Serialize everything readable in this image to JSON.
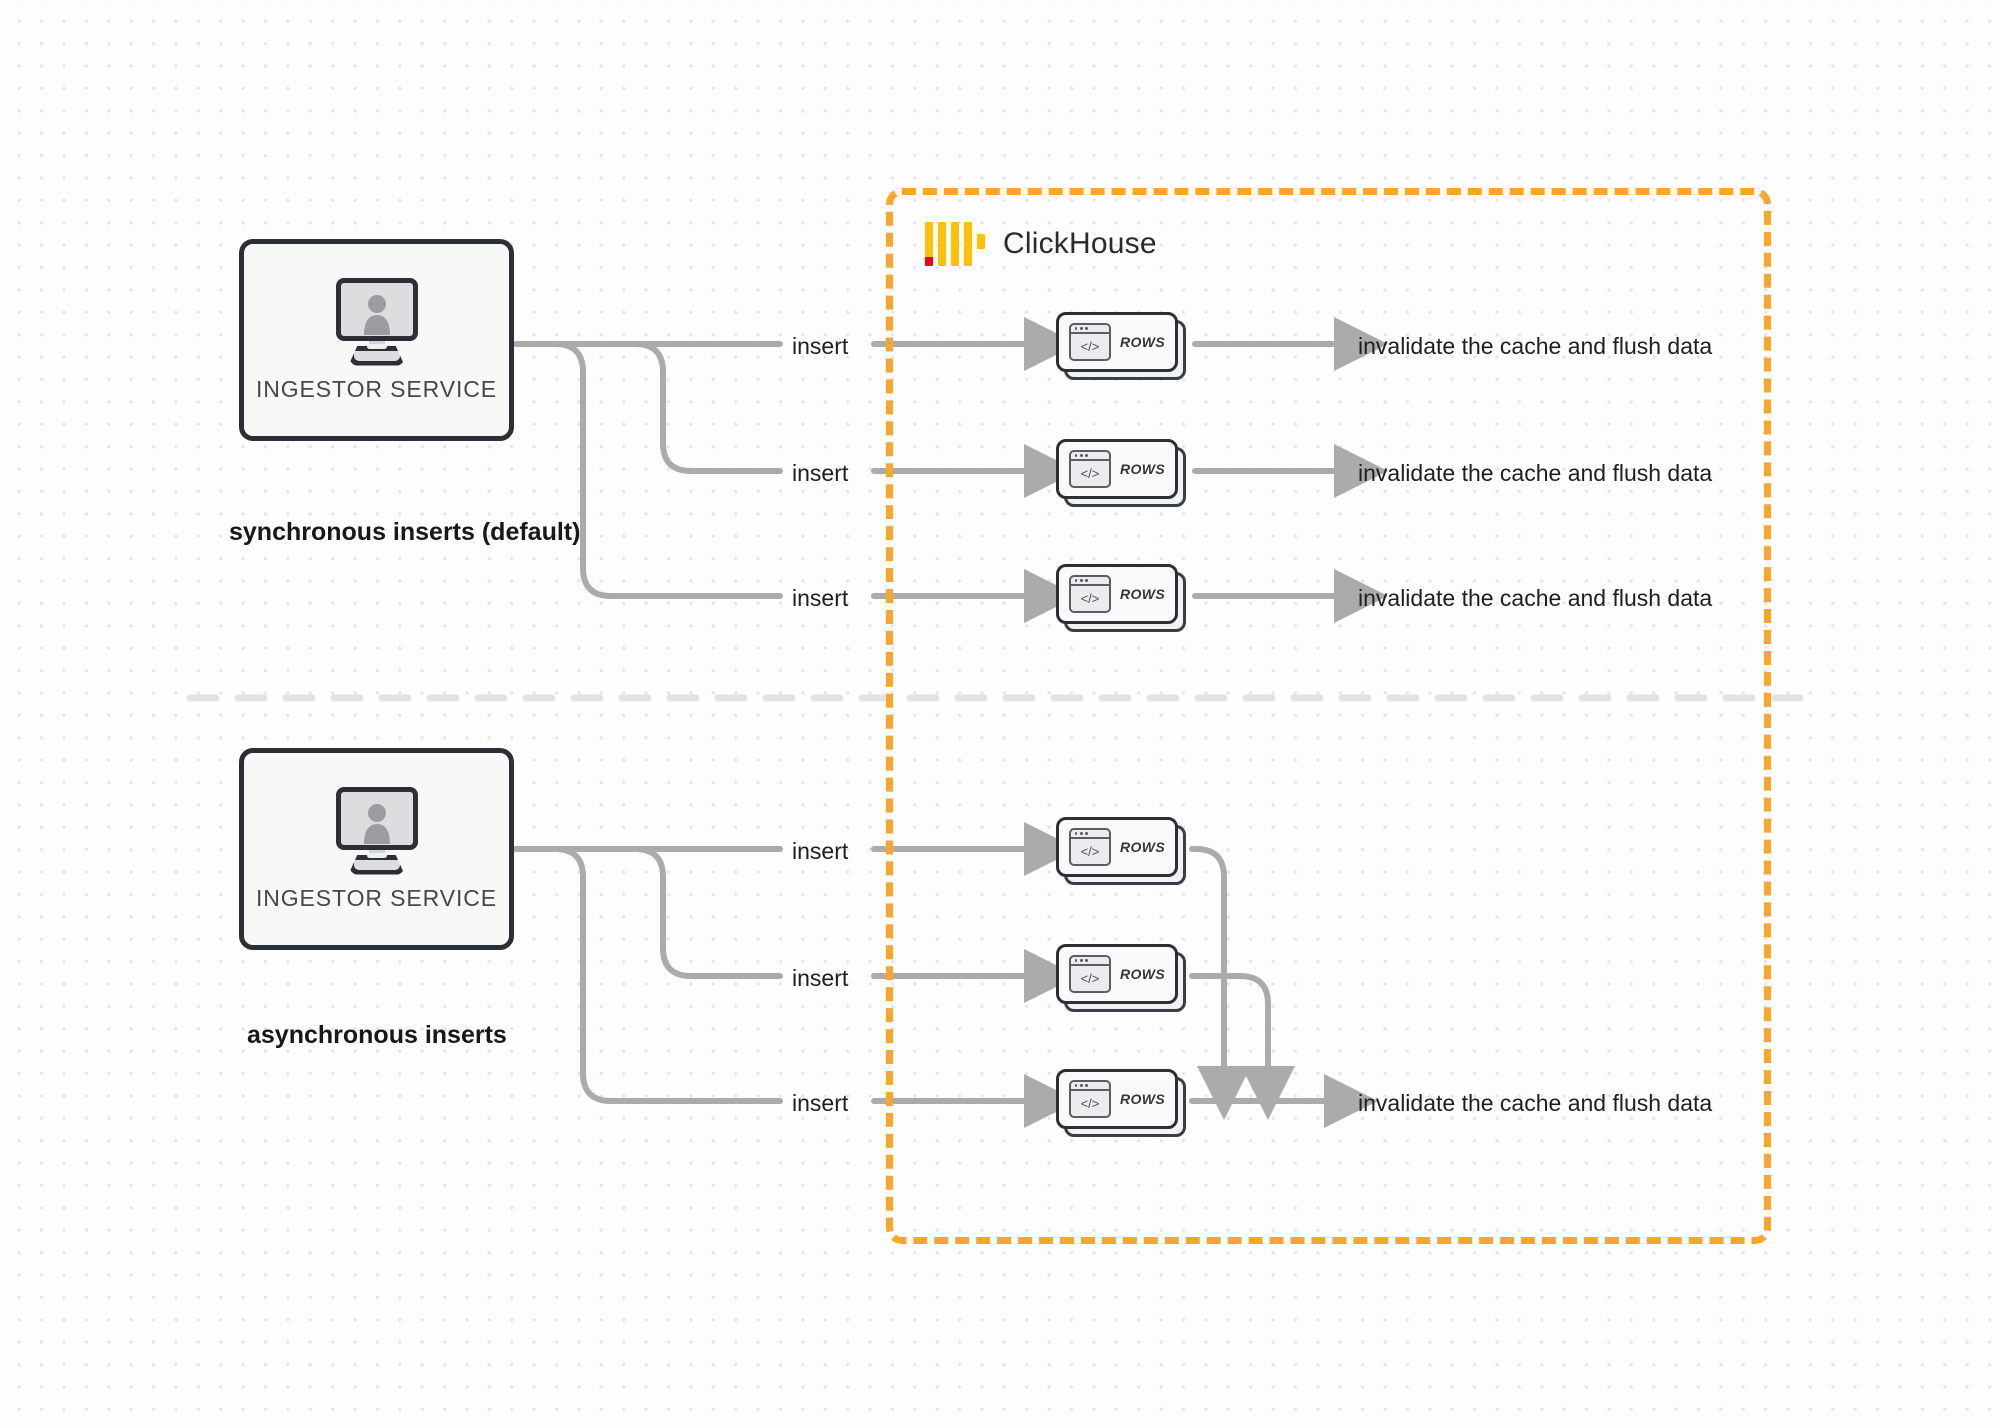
{
  "diagram": {
    "title": "ClickHouse synchronous vs asynchronous inserts",
    "boundary": {
      "label": "ClickHouse",
      "color": "#FBA52B",
      "style": "dashed"
    }
  },
  "logo": {
    "name": "clickhouse-logo",
    "bar_color": "#FFC107",
    "accent_color": "#F5001B"
  },
  "sections": [
    {
      "id": "sync",
      "title": "synchronous inserts (default)",
      "service": {
        "label": "INGESTOR SERVICE",
        "icon": "monitor-user-icon"
      },
      "rows": [
        {
          "card_label": "ROWS",
          "icon": "code-window-icon",
          "in_label": "insert",
          "out_label": "invalidate the cache and flush data"
        },
        {
          "card_label": "ROWS",
          "icon": "code-window-icon",
          "in_label": "insert",
          "out_label": "invalidate the cache and flush data"
        },
        {
          "card_label": "ROWS",
          "icon": "code-window-icon",
          "in_label": "insert",
          "out_label": "invalidate the cache and flush data"
        }
      ]
    },
    {
      "id": "async",
      "title": "asynchronous inserts",
      "service": {
        "label": "INGESTOR SERVICE",
        "icon": "monitor-user-icon"
      },
      "rows": [
        {
          "card_label": "ROWS",
          "icon": "code-window-icon",
          "in_label": "insert",
          "out_label": ""
        },
        {
          "card_label": "ROWS",
          "icon": "code-window-icon",
          "in_label": "insert",
          "out_label": ""
        },
        {
          "card_label": "ROWS",
          "icon": "code-window-icon",
          "in_label": "insert",
          "out_label": "invalidate the cache and flush data"
        }
      ]
    }
  ],
  "colors": {
    "wire": "#ABABAB",
    "box_border": "#2c2f33",
    "divider": "#E2E2E2",
    "background": "#fdfdfd",
    "dot_grid": "#e6e6e6"
  }
}
